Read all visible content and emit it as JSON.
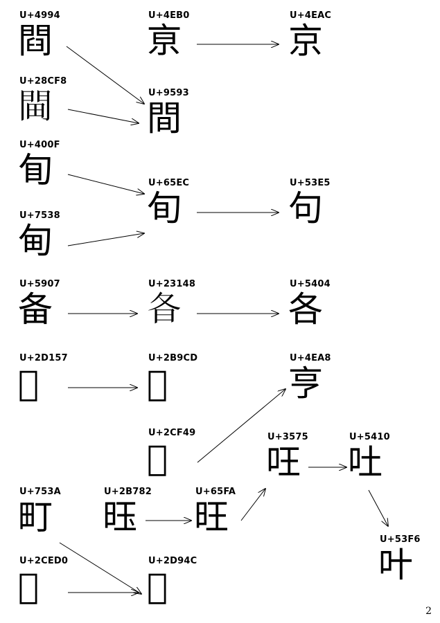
{
  "page_number": "2",
  "nodes": {
    "n4994": {
      "code": "U+4994",
      "char": "閰"
    },
    "n4EB0": {
      "code": "U+4EB0",
      "char": "亰"
    },
    "n4EAC": {
      "code": "U+4EAC",
      "char": "京"
    },
    "n28CF8": {
      "code": "U+28CF8",
      "char": "𨳸"
    },
    "n9593": {
      "code": "U+9593",
      "char": "間"
    },
    "n400F": {
      "code": "U+400F",
      "char": "䀏"
    },
    "n65EC": {
      "code": "U+65EC",
      "char": "旬"
    },
    "n53E5": {
      "code": "U+53E5",
      "char": "句"
    },
    "n7538": {
      "code": "U+7538",
      "char": "甸"
    },
    "n5907": {
      "code": "U+5907",
      "char": "备"
    },
    "n23148": {
      "code": "U+23148",
      "char": "𣅈"
    },
    "n5404": {
      "code": "U+5404",
      "char": "各"
    },
    "n2D157": {
      "code": "U+2D157",
      "char": "𭅗"
    },
    "n2B9CD": {
      "code": "U+2B9CD",
      "char": "𫧍"
    },
    "n4EA8": {
      "code": "U+4EA8",
      "char": "亨"
    },
    "n2CF49": {
      "code": "U+2CF49",
      "char": "𬽉"
    },
    "n3575": {
      "code": "U+3575",
      "char": "㕵"
    },
    "n5410": {
      "code": "U+5410",
      "char": "吐"
    },
    "n753A": {
      "code": "U+753A",
      "char": "町"
    },
    "n2B782": {
      "code": "U+2B782",
      "char": "𫞂"
    },
    "n65FA": {
      "code": "U+65FA",
      "char": "旺"
    },
    "n53F6": {
      "code": "U+53F6",
      "char": "叶"
    },
    "n2CED0": {
      "code": "U+2CED0",
      "char": "𬻐"
    },
    "n2D94C": {
      "code": "U+2D94C",
      "char": "𭥌"
    }
  }
}
